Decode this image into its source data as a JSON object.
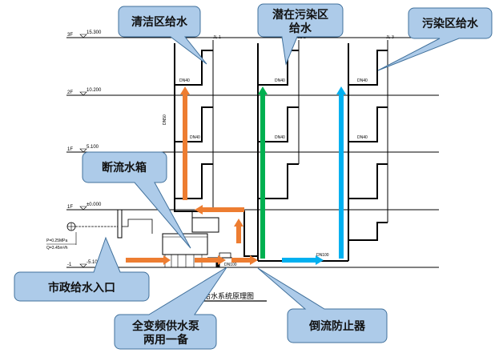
{
  "callouts": {
    "clean_zone": "清洁区给水",
    "semi_contaminated_zone_line1": "潜在污染区",
    "semi_contaminated_zone_line2": "给水",
    "contaminated_zone": "污染区给水",
    "break_tank": "断流水箱",
    "municipal_inlet": "市政给水入口",
    "pumps_line1": "全变频供水泵",
    "pumps_line2": "两用一备",
    "backflow_preventer": "倒流防止器"
  },
  "levels": [
    {
      "floor": "3F",
      "elevation": "15.300"
    },
    {
      "floor": "2F",
      "elevation": "10.200"
    },
    {
      "floor": "1F",
      "elevation": "5.100"
    },
    {
      "floor": "1F",
      "elevation": "±0.000"
    },
    {
      "floor": "-1",
      "elevation": "-5.100"
    }
  ],
  "pipe_labels": {
    "riser_left": "JL-1",
    "riser_mid": "JL-2",
    "riser_right": "JL-3",
    "dn_small": "DN40",
    "dn_riser": "DN50",
    "dn_main": "DN100",
    "inlet_pressure": "P=0.25MPa",
    "inlet_flow": "Q=3.45m³/h"
  },
  "caption": "生活给水系统原理图",
  "colors": {
    "clean_flow": "#ed7d31",
    "semi_flow": "#00b050",
    "contaminated_flow": "#00b0f0",
    "callout_fill": "#adcbe9",
    "callout_stroke": "#41719c"
  }
}
